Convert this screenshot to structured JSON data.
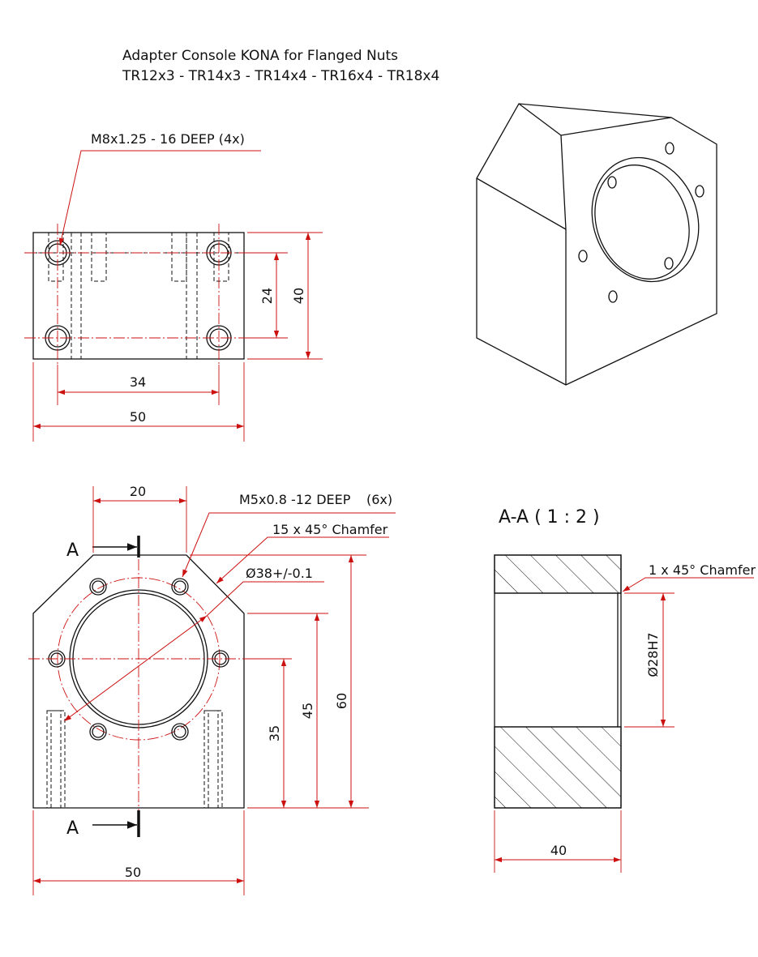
{
  "title": {
    "line1": "Adapter Console KONA for Flanged Nuts",
    "line2": "TR12x3 - TR14x3 - TR14x4 - TR16x4 - TR18x4"
  },
  "top_view": {
    "thread_callout": "M8x1.25 - 16 DEEP (4x)",
    "dim_hole_spacing_x": "34",
    "dim_width": "50",
    "dim_hole_spacing_y": "24",
    "dim_depth": "40"
  },
  "front_view": {
    "thread_callout": "M5x0.8 -12 DEEP",
    "thread_count": "(6x)",
    "chamfer_callout": "15 x 45° Chamfer",
    "bolt_circle": "Ø38+/-0.1",
    "dim_flat_width": "20",
    "dim_width": "50",
    "dim_height_35": "35",
    "dim_height_45": "45",
    "dim_height_60": "60",
    "section_label_top": "A",
    "section_label_bottom": "A"
  },
  "section_view": {
    "title": "A-A ( 1 : 2 )",
    "chamfer_callout": "1 x 45° Chamfer",
    "bore": "Ø28H7",
    "dim_length": "40"
  },
  "colors": {
    "lines": "#111111",
    "dimensions": "#cc1111",
    "background": "#ffffff"
  }
}
